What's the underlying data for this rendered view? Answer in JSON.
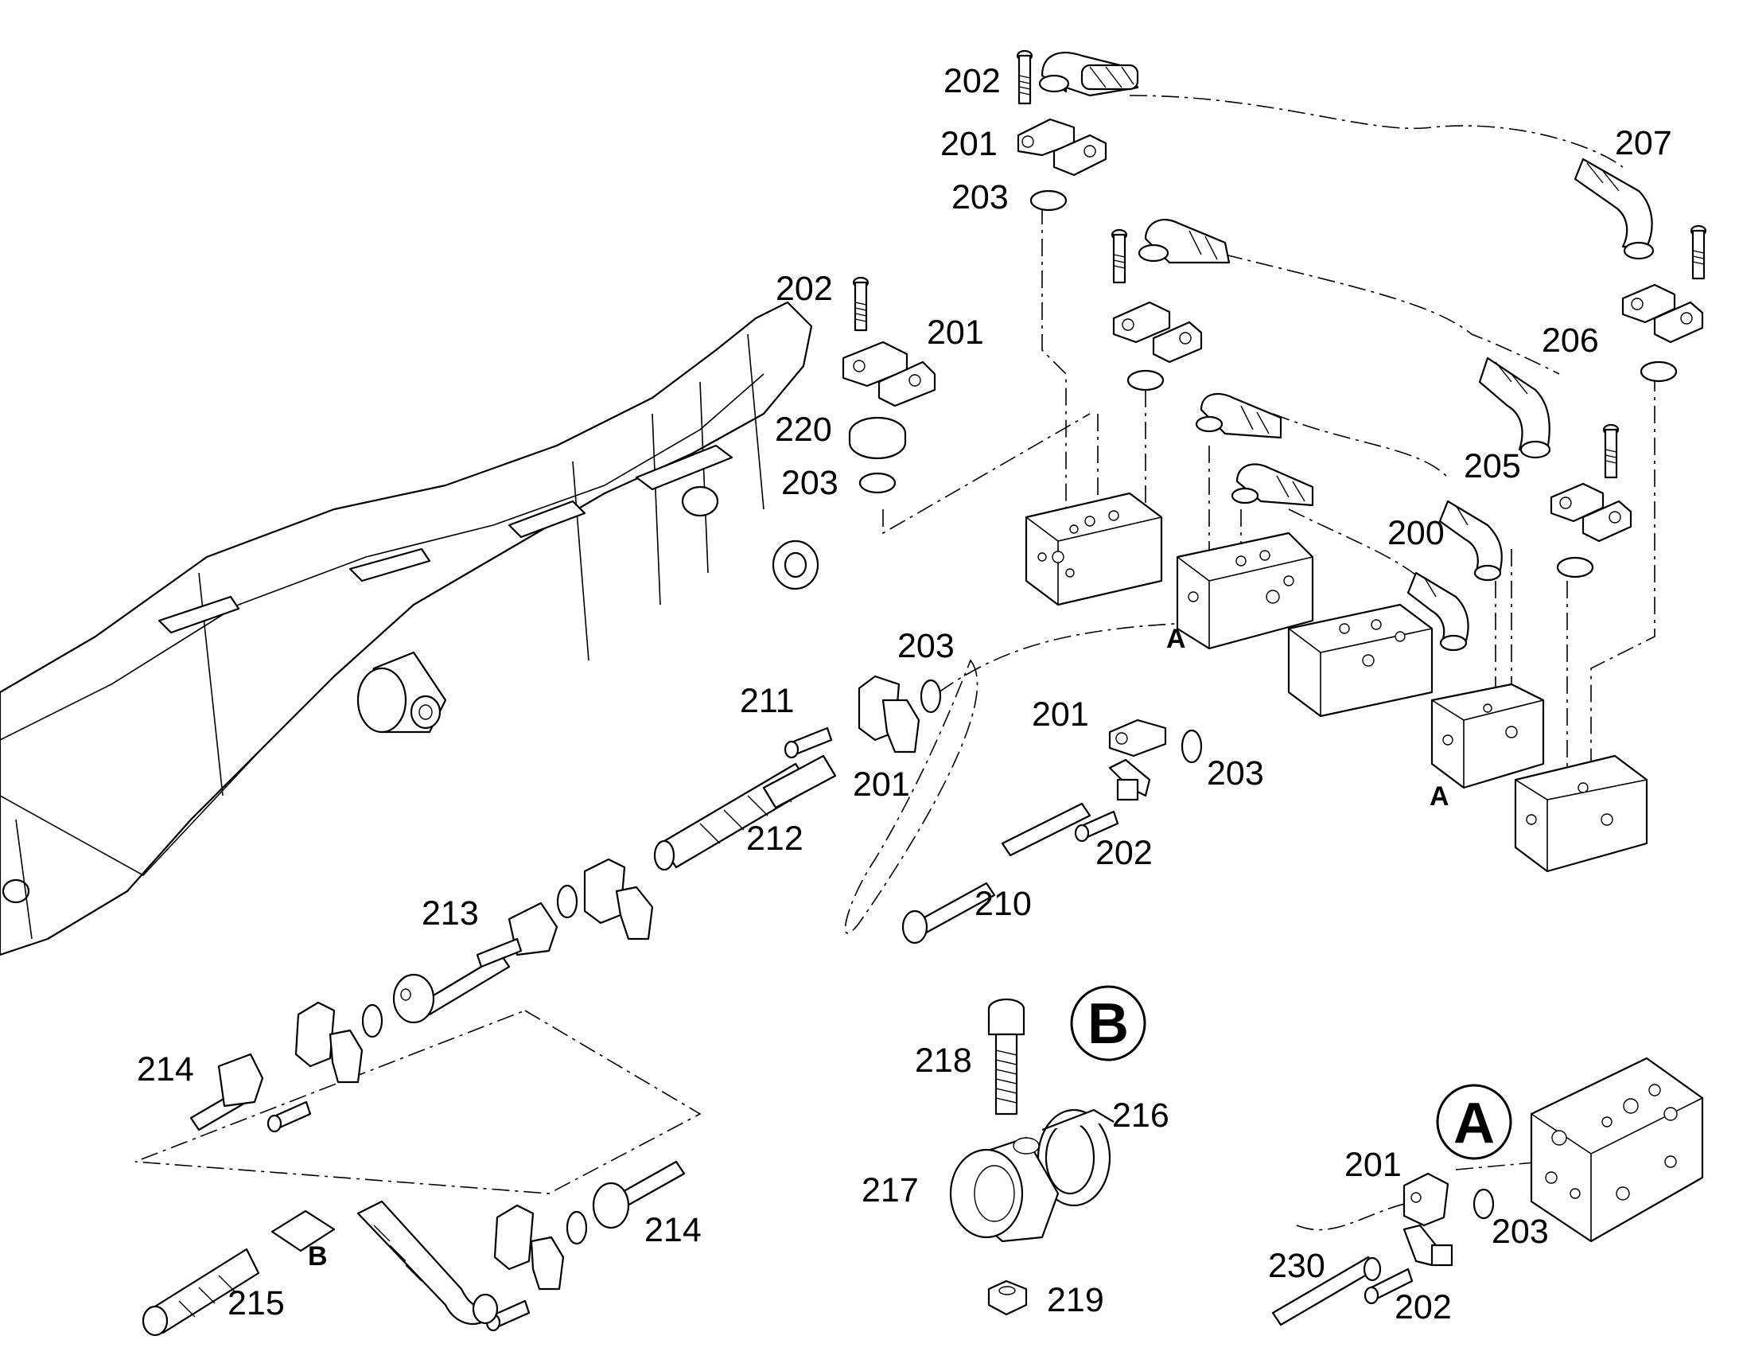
{
  "diagram": {
    "part_labels": [
      {
        "id": "l202a",
        "text": "202"
      },
      {
        "id": "l201a",
        "text": "201"
      },
      {
        "id": "l203a",
        "text": "203"
      },
      {
        "id": "l207",
        "text": "207"
      },
      {
        "id": "l202b",
        "text": "202"
      },
      {
        "id": "l201b",
        "text": "201"
      },
      {
        "id": "l220",
        "text": "220"
      },
      {
        "id": "l203b",
        "text": "203"
      },
      {
        "id": "l206",
        "text": "206"
      },
      {
        "id": "l205",
        "text": "205"
      },
      {
        "id": "l200",
        "text": "200"
      },
      {
        "id": "l203c",
        "text": "203"
      },
      {
        "id": "l211",
        "text": "211"
      },
      {
        "id": "l201c",
        "text": "201"
      },
      {
        "id": "l212",
        "text": "212"
      },
      {
        "id": "l201d",
        "text": "201"
      },
      {
        "id": "l203d",
        "text": "203"
      },
      {
        "id": "l202c",
        "text": "202"
      },
      {
        "id": "l210",
        "text": "210"
      },
      {
        "id": "l213",
        "text": "213"
      },
      {
        "id": "l214a",
        "text": "214"
      },
      {
        "id": "l214b",
        "text": "214"
      },
      {
        "id": "l215",
        "text": "215"
      },
      {
        "id": "l218",
        "text": "218"
      },
      {
        "id": "l216",
        "text": "216"
      },
      {
        "id": "l217",
        "text": "217"
      },
      {
        "id": "l219",
        "text": "219"
      },
      {
        "id": "l201e",
        "text": "201"
      },
      {
        "id": "l203e",
        "text": "203"
      },
      {
        "id": "l230",
        "text": "230"
      },
      {
        "id": "l202d",
        "text": "202"
      }
    ],
    "ref_letters": [
      {
        "id": "refA1",
        "text": "A"
      },
      {
        "id": "refA2",
        "text": "A"
      },
      {
        "id": "refB",
        "text": "B"
      }
    ],
    "callouts": [
      {
        "id": "calloutB",
        "text": "B"
      },
      {
        "id": "calloutA",
        "text": "A"
      }
    ]
  }
}
